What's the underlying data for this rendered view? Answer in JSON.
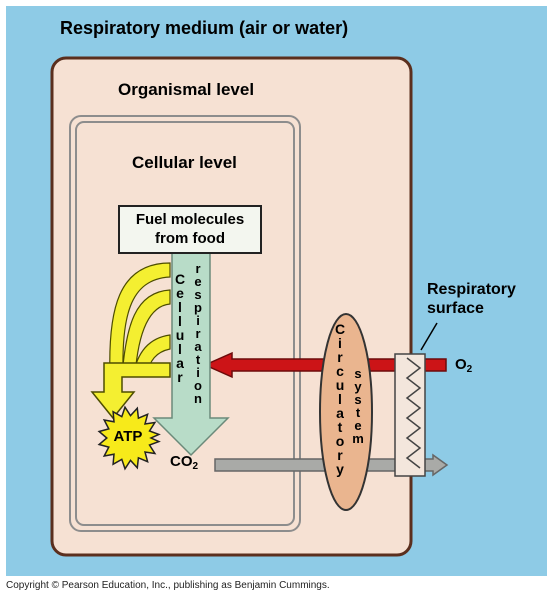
{
  "respiratory_medium": {
    "label": "Respiratory medium (air or water)"
  },
  "organismal_level": {
    "label": "Organismal level"
  },
  "cellular_level": {
    "label": "Cellular level"
  },
  "fuel": {
    "line1": "Fuel molecules",
    "line2": "from food"
  },
  "cellular_word": "Cellular",
  "respiration_word": "respiration",
  "circulatory_word": "Circulatory",
  "system_word": "system",
  "atp": {
    "label": "ATP"
  },
  "co2": {
    "main": "CO",
    "sub": "2"
  },
  "o2": {
    "main": "O",
    "sub": "2"
  },
  "respiratory_surface": {
    "line1": "Respiratory",
    "line2": "surface"
  },
  "copyright": "Copyright © Pearson Education, Inc., publishing as Benjamin Cummings.",
  "colors": {
    "medium_blue": "#8ecbe6",
    "tissue_tan": "#f6e1d3",
    "outline_brown": "#5b2f1e",
    "respiration_green": "#b8dcc8",
    "fuel_box": "#f3f6ef",
    "atp_yellow": "#f7ea1a",
    "feed_yellow": "#f4ef31",
    "oxygen_red": "#cc1417",
    "co2_gray": "#a9aaa7",
    "circulatory_peach": "#eab58f"
  }
}
